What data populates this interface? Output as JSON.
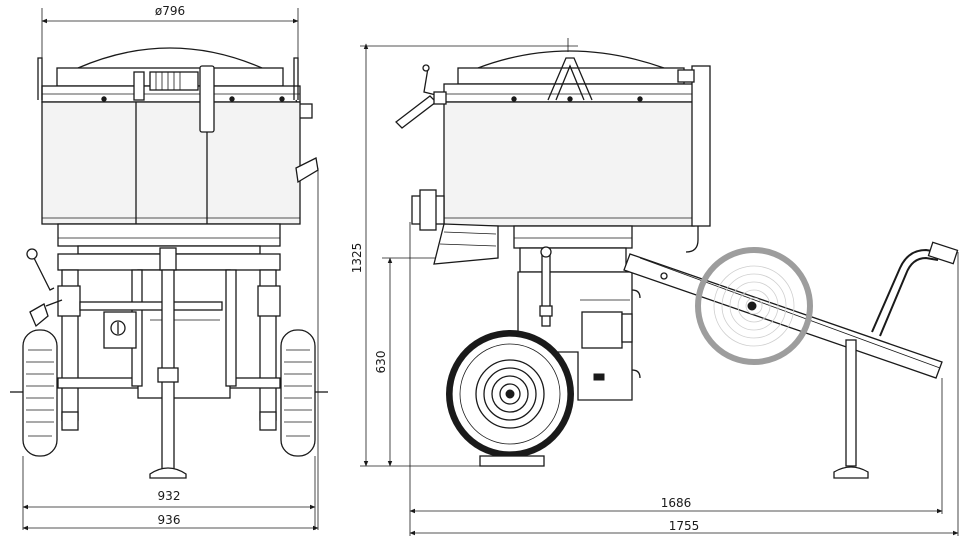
{
  "dimensions": {
    "front_diameter": "ø796",
    "front_wheel_track": "932",
    "front_overall_width": "936",
    "side_total_height": "1325",
    "side_axle_height": "630",
    "side_length_inner": "1686",
    "side_length_overall": "1755"
  },
  "colors": {
    "line": "#1a1a1a",
    "highlight_ring": "#999999",
    "background": "#ffffff"
  }
}
